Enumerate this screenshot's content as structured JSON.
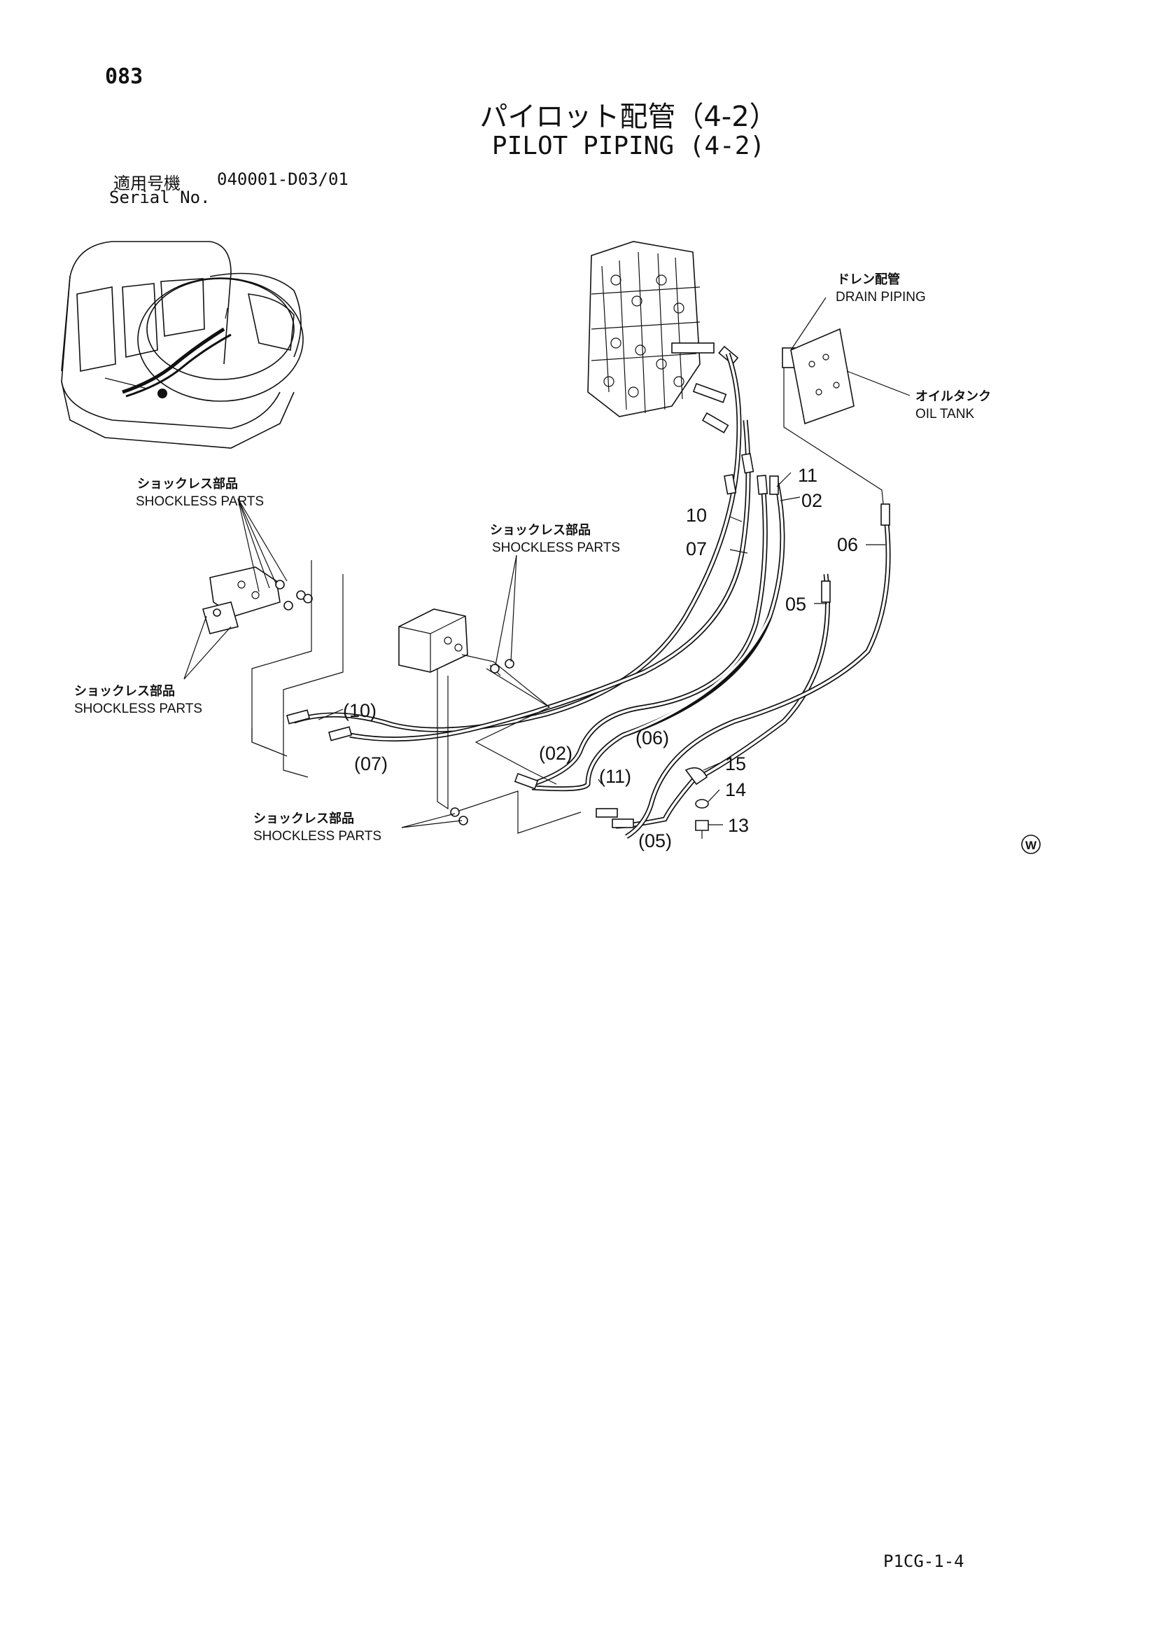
{
  "page": {
    "number": "083",
    "title_jp": "パイロット配管（4-2）",
    "title_en": "PILOT PIPING (4-2)",
    "serial_label_jp": "適用号機",
    "serial_value": "040001-D03/01",
    "serial_label_en": "Serial No.",
    "footer_code": "P1CG-1-4",
    "mark": "W"
  },
  "callouts": {
    "shockless_jp": "ショックレス部品",
    "shockless_en": "SHOCKLESS PARTS",
    "drain_jp": "ドレン配管",
    "drain_en": "DRAIN PIPING",
    "oil_tank_jp": "オイルタンク",
    "oil_tank_en": "OIL TANK"
  },
  "part_numbers": {
    "p11": "11",
    "p02": "02",
    "p10": "10",
    "p07": "07",
    "p06": "06",
    "p05": "05",
    "p15": "15",
    "p14": "14",
    "p13": "13",
    "p10_ref": "(10)",
    "p07_ref": "(07)",
    "p02_ref": "(02)",
    "p11_ref": "(11)",
    "p06_ref": "(06)",
    "p05_ref": "(05)"
  }
}
